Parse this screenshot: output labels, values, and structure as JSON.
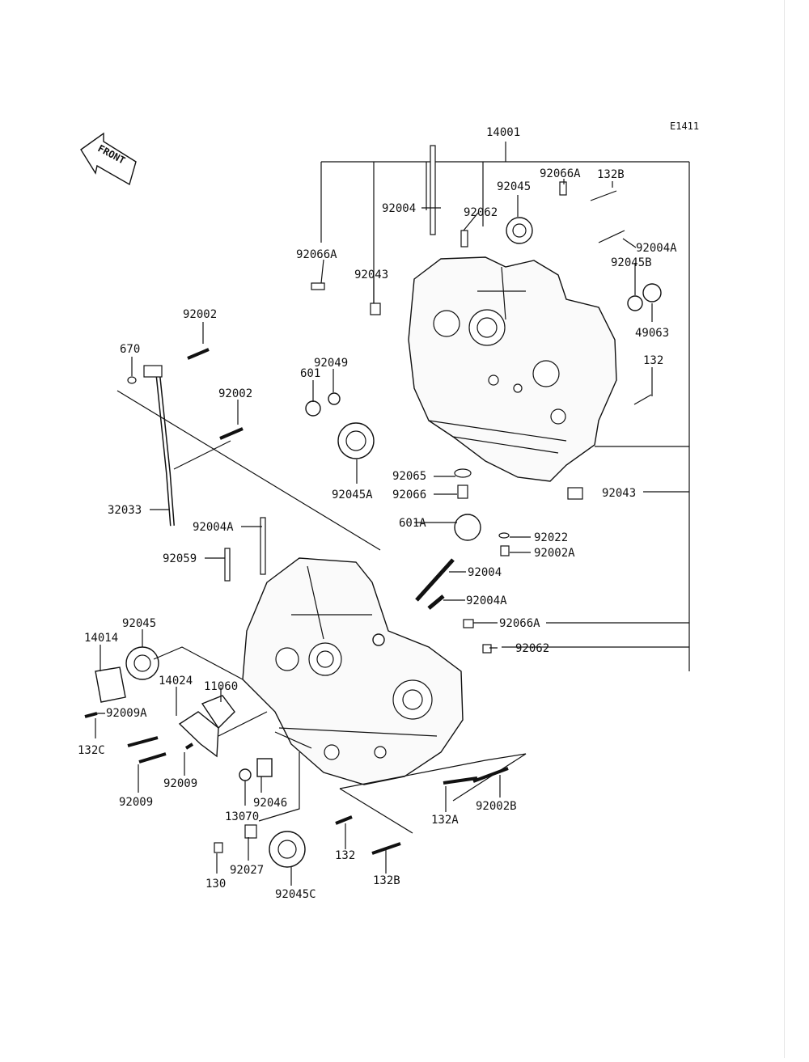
{
  "diagram": {
    "code": "E1411",
    "front_label": "FRONT",
    "callouts": [
      {
        "id": "c14001",
        "text": "14001"
      },
      {
        "id": "c92066A_top",
        "text": "92066A"
      },
      {
        "id": "c132B_top",
        "text": "132B"
      },
      {
        "id": "c92045_top",
        "text": "92045"
      },
      {
        "id": "c92004_top",
        "text": "92004"
      },
      {
        "id": "c92062_top",
        "text": "92062"
      },
      {
        "id": "c92004A_top",
        "text": "92004A"
      },
      {
        "id": "c92066A_left",
        "text": "92066A"
      },
      {
        "id": "c92045B",
        "text": "92045B"
      },
      {
        "id": "c92043_left",
        "text": "92043"
      },
      {
        "id": "c49063",
        "text": "49063"
      },
      {
        "id": "c92002_a",
        "text": "92002"
      },
      {
        "id": "c670",
        "text": "670"
      },
      {
        "id": "c92049",
        "text": "92049"
      },
      {
        "id": "c601",
        "text": "601"
      },
      {
        "id": "c132_right",
        "text": "132"
      },
      {
        "id": "c92002_b",
        "text": "92002"
      },
      {
        "id": "c92065",
        "text": "92065"
      },
      {
        "id": "c92045A",
        "text": "92045A"
      },
      {
        "id": "c92066",
        "text": "92066"
      },
      {
        "id": "c92043_right",
        "text": "92043"
      },
      {
        "id": "c32033",
        "text": "32033"
      },
      {
        "id": "c601A",
        "text": "601A"
      },
      {
        "id": "c92004A_mid",
        "text": "92004A"
      },
      {
        "id": "c92022",
        "text": "92022"
      },
      {
        "id": "c92002A",
        "text": "92002A"
      },
      {
        "id": "c92059",
        "text": "92059"
      },
      {
        "id": "c92004_mid",
        "text": "92004"
      },
      {
        "id": "c92004A_low",
        "text": "92004A"
      },
      {
        "id": "c92045_low",
        "text": "92045"
      },
      {
        "id": "c92066A_low",
        "text": "92066A"
      },
      {
        "id": "c14014",
        "text": "14014"
      },
      {
        "id": "c92062_low",
        "text": "92062"
      },
      {
        "id": "c14024",
        "text": "14024"
      },
      {
        "id": "c11060",
        "text": "11060"
      },
      {
        "id": "c92009A",
        "text": "92009A"
      },
      {
        "id": "c132C",
        "text": "132C"
      },
      {
        "id": "c92009_a",
        "text": "92009"
      },
      {
        "id": "c92009_b",
        "text": "92009"
      },
      {
        "id": "c92046",
        "text": "92046"
      },
      {
        "id": "c13070",
        "text": "13070"
      },
      {
        "id": "c132A",
        "text": "132A"
      },
      {
        "id": "c92002B",
        "text": "92002B"
      },
      {
        "id": "c92027",
        "text": "92027"
      },
      {
        "id": "c132_low",
        "text": "132"
      },
      {
        "id": "c130",
        "text": "130"
      },
      {
        "id": "c132B_low",
        "text": "132B"
      },
      {
        "id": "c92045C",
        "text": "92045C"
      }
    ]
  }
}
